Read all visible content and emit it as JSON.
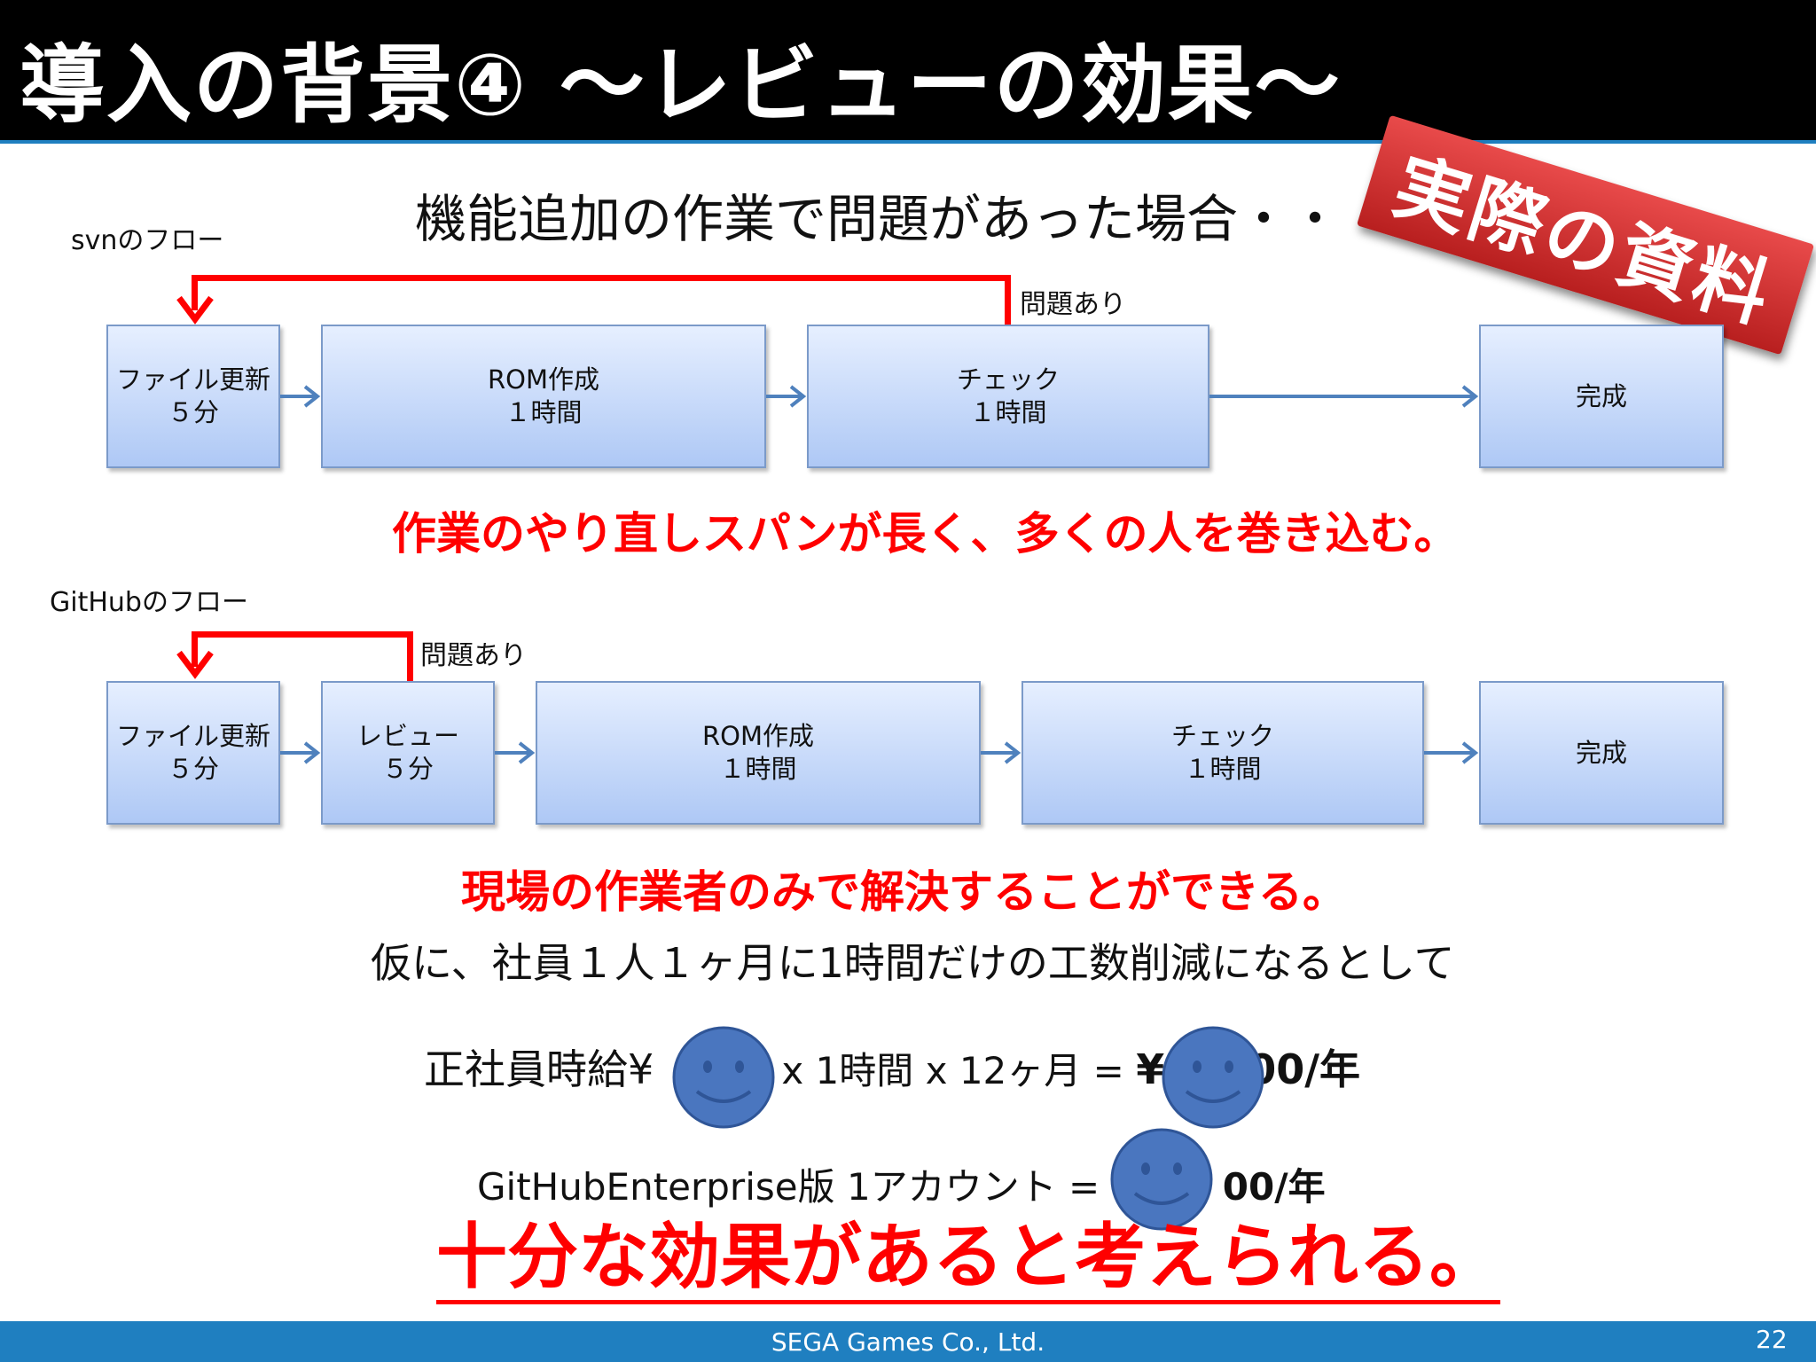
{
  "header": {
    "title": "導入の背景④ ～レビューの効果～",
    "stamp": "実際の資料"
  },
  "subtitle": "機能追加の作業で問題があった場合・・・",
  "svn": {
    "label": "svnのフロー",
    "problem": "問題あり",
    "boxes": [
      {
        "name": "ファイル更新",
        "time": "５分"
      },
      {
        "name": "ROM作成",
        "time": "１時間"
      },
      {
        "name": "チェック",
        "time": "１時間"
      },
      {
        "name": "完成",
        "time": ""
      }
    ],
    "message": "作業のやり直しスパンが長く、多くの人を巻き込む。"
  },
  "github": {
    "label": "GitHubのフロー",
    "problem": "問題あり",
    "boxes": [
      {
        "name": "ファイル更新",
        "time": "５分"
      },
      {
        "name": "レビュー",
        "time": "５分"
      },
      {
        "name": "ROM作成",
        "time": "１時間"
      },
      {
        "name": "チェック",
        "time": "１時間"
      },
      {
        "name": "完成",
        "time": ""
      }
    ],
    "message": "現場の作業者のみで解決することができる。"
  },
  "assumption": "仮に、社員１人１ヶ月に1時間だけの工数削減になるとして",
  "calc": {
    "line1_prefix": "正社員時給¥",
    "line1_mid": "0 x 1時間 x 12ヶ月 = ",
    "line1_yen": "¥",
    "line1_suffix": "00/年",
    "line2_prefix": "GitHubEnterprise版 1アカウント = ",
    "line2_yen": "¥",
    "line2_suffix": "00/年"
  },
  "conclusion": "十分な効果があると考えられる。",
  "footer": {
    "company": "SEGA Games Co., Ltd.",
    "page": "22"
  },
  "colors": {
    "header_bg": "#000000",
    "accent_blue": "#1f7fc0",
    "red": "#ff0000",
    "box_fill": "#c7daf7",
    "smiley": "#4a76bf"
  },
  "icons": [
    "smiley-face-icon",
    "arrow-right-icon",
    "arrow-down-icon"
  ]
}
